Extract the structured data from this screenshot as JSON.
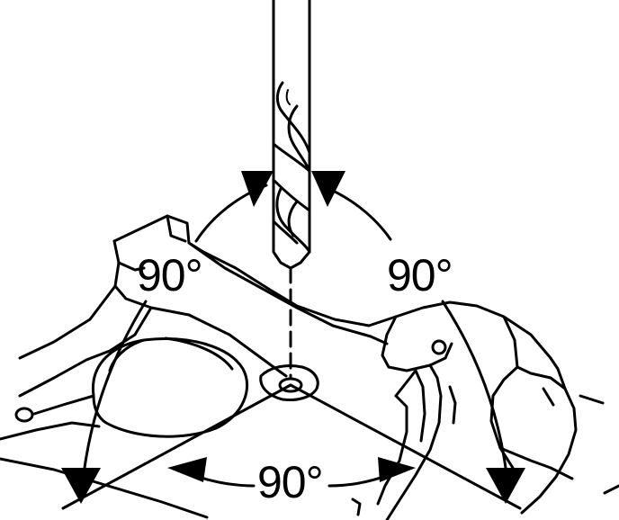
{
  "angle_labels": {
    "upper_left": "90°",
    "upper_right": "90°",
    "bottom": "90°"
  },
  "colors": {
    "ink": "#000000",
    "paper": "#ffffff"
  }
}
